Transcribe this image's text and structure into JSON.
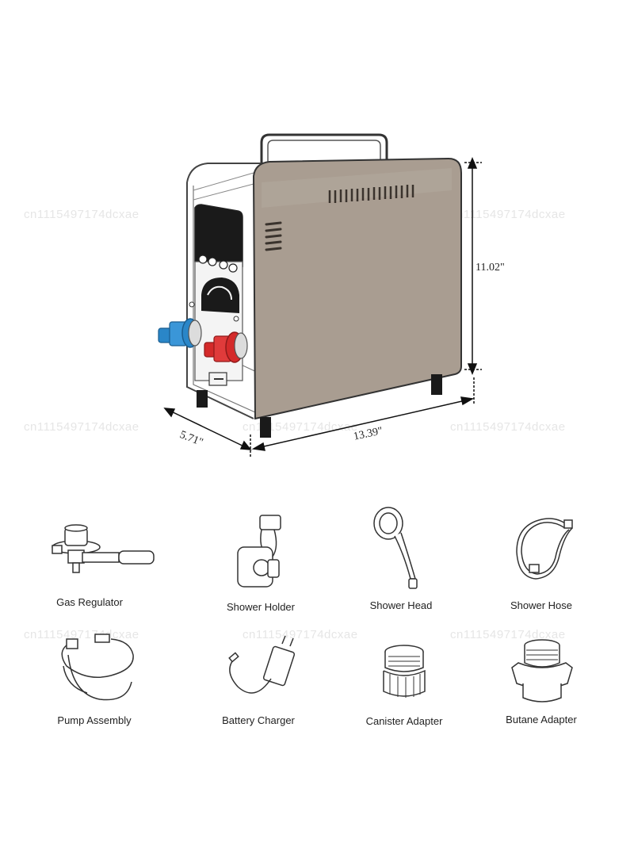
{
  "watermarks": [
    "cn1115497174dcxae",
    "cn1115497174dcxae",
    "cn1115497174dcxae",
    "cn1115497174dcxae",
    "cn1115497174dcxae",
    "cn1115497174dcxae",
    "cn1115497174dcxae",
    "cn1115497174dcxae",
    "cn1115497174dcxae"
  ],
  "dimensions": {
    "height": "11.02\"",
    "length": "13.39\"",
    "depth": "5.71\""
  },
  "accessories": [
    {
      "label": "Gas Regulator",
      "icon": "gas-regulator-icon"
    },
    {
      "label": "Shower Holder",
      "icon": "shower-holder-icon"
    },
    {
      "label": "Shower Head",
      "icon": "shower-head-icon"
    },
    {
      "label": "Shower Hose",
      "icon": "shower-hose-icon"
    },
    {
      "label": "Pump Assembly",
      "icon": "pump-assembly-icon"
    },
    {
      "label": "Battery Charger",
      "icon": "battery-charger-icon"
    },
    {
      "label": "Canister Adapter",
      "icon": "canister-adapter-icon"
    },
    {
      "label": "Butane Adapter",
      "icon": "butane-adapter-icon"
    }
  ],
  "colors": {
    "body": "#a99d91",
    "cold_inlet": "#2a86c8",
    "hot_outlet": "#d42a2a",
    "panel": "#1a1a1a"
  }
}
